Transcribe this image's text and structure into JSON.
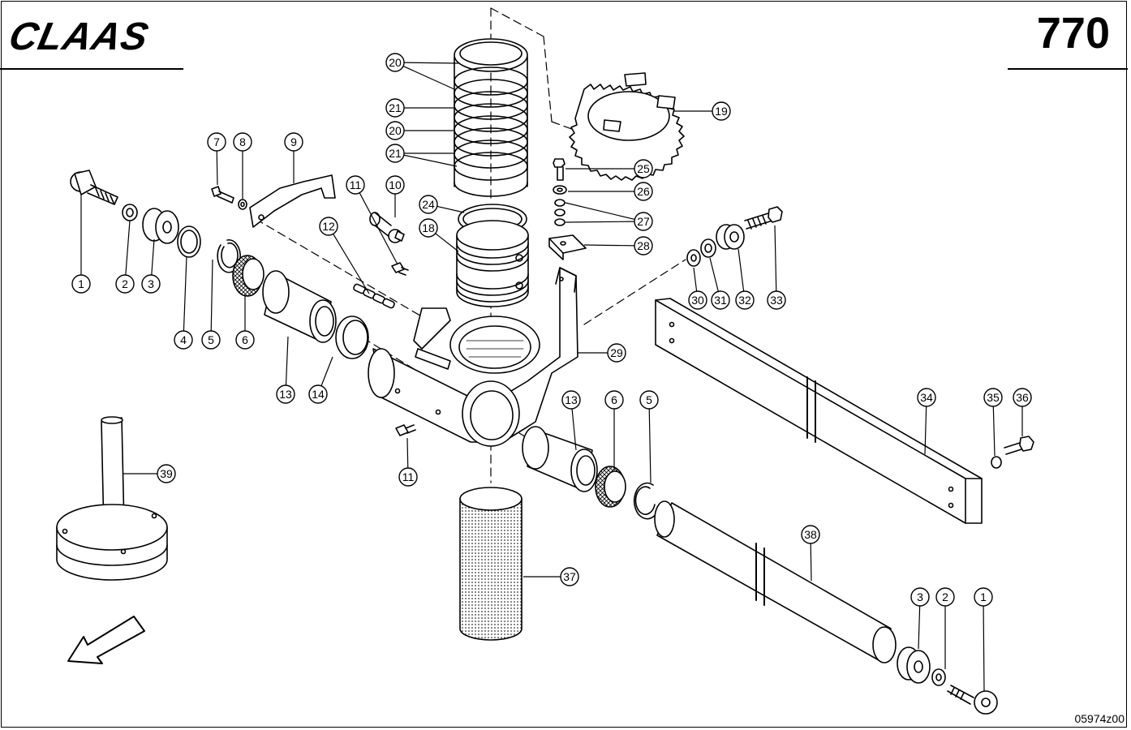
{
  "header": {
    "brand": "CLAAS",
    "page_number": "770"
  },
  "footer": {
    "drawing_code": "05974z00"
  },
  "callout_style": {
    "stroke": "#000000",
    "fill": "#ffffff",
    "text": "#000000"
  },
  "callouts": [
    {
      "label": "1",
      "part": "bolt-left"
    },
    {
      "label": "2",
      "part": "spring-washer-left"
    },
    {
      "label": "3",
      "part": "bushing-left"
    },
    {
      "label": "4",
      "part": "ring-left"
    },
    {
      "label": "5",
      "part": "circlip-left"
    },
    {
      "label": "6",
      "part": "seal-left"
    },
    {
      "label": "7",
      "part": "bolt-small"
    },
    {
      "label": "8",
      "part": "washer-small"
    },
    {
      "label": "9",
      "part": "bracket"
    },
    {
      "label": "10",
      "part": "stud"
    },
    {
      "label": "11",
      "part": "grease-nipple-top"
    },
    {
      "label": "12",
      "part": "chain"
    },
    {
      "label": "13",
      "part": "sleeve-left"
    },
    {
      "label": "14",
      "part": "bearing-ring"
    },
    {
      "label": "20",
      "part": "spring-upper"
    },
    {
      "label": "21",
      "part": "spring-middle"
    },
    {
      "label": "20",
      "part": "spring-middle-2"
    },
    {
      "label": "21",
      "part": "spring-lower"
    },
    {
      "label": "19",
      "part": "toothed-ring"
    },
    {
      "label": "25",
      "part": "bolt-top"
    },
    {
      "label": "26",
      "part": "washer-top"
    },
    {
      "label": "27",
      "part": "spring-washers"
    },
    {
      "label": "28",
      "part": "plate"
    },
    {
      "label": "24",
      "part": "ring-top"
    },
    {
      "label": "18",
      "part": "threaded-sleeve"
    },
    {
      "label": "29",
      "part": "housing"
    },
    {
      "label": "30",
      "part": "spring-washer-right"
    },
    {
      "label": "31",
      "part": "washer-right"
    },
    {
      "label": "32",
      "part": "bushing-right"
    },
    {
      "label": "33",
      "part": "bolt-right"
    },
    {
      "label": "34",
      "part": "flat-bar"
    },
    {
      "label": "35",
      "part": "washer-bar"
    },
    {
      "label": "36",
      "part": "bolt-bar"
    },
    {
      "label": "13",
      "part": "sleeve-right"
    },
    {
      "label": "6",
      "part": "seal-right"
    },
    {
      "label": "5",
      "part": "circlip-right"
    },
    {
      "label": "11",
      "part": "grease-nipple-bottom"
    },
    {
      "label": "39",
      "part": "tool"
    },
    {
      "label": "37",
      "part": "filter-sleeve"
    },
    {
      "label": "38",
      "part": "shaft"
    },
    {
      "label": "3",
      "part": "bushing-right-end"
    },
    {
      "label": "2",
      "part": "spring-washer-right-end"
    },
    {
      "label": "1",
      "part": "bolt-right-end"
    }
  ]
}
